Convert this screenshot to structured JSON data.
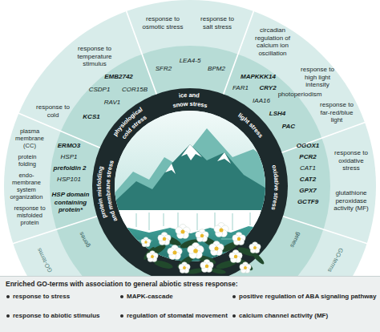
{
  "diagram": {
    "nodes": [
      {
        "text": [
          "Enriched GO-terms with association to general abiotic stress response:",
          "response to stress",
          "response to abiotic stimulus",
          "MAPK-cascade",
          "regulation of stomatal movement",
          "positive regulation of ABA signaling pathway",
          "calcium channel activity (MF)"
        ]
      }
    ],
    "labels": [
      "protein misfolding and membrane stress",
      "physiological cold stress",
      "ice and snow stress",
      "light stress",
      "oxidative stress",
      "ERMO3",
      "HSP1",
      "prefoldin 2",
      "HSP101",
      "HSP domain containing protein*",
      "COR15B",
      "EMB2742",
      "CSDP1",
      "RAV1",
      "KCS1",
      "SFR2",
      "LEA4-5",
      "BPM2",
      "MAPKKK14",
      "FAR1",
      "CRY2",
      "IAA16",
      "LSH4",
      "PAC",
      "OGOX1",
      "PCR2",
      "CAT1",
      "CAT2",
      "GPX7",
      "GCTF9",
      "plasma membrane (CC)",
      "protein folding",
      "endo-membrane system organization",
      "response to misfolded protein",
      "response to temperature stimulus",
      "response to cold",
      "response to osmotic stress",
      "response to salt stress",
      "circadian regulation of calcium ion oscillation",
      "response to high light intensity",
      "photoperiodism",
      "response to far-red/blue light",
      "response to oxidative stress",
      "glutathione peroxidase activity (MF)",
      "genes",
      "GO-terms",
      "genes",
      "GO-terms"
    ]
  }
}
